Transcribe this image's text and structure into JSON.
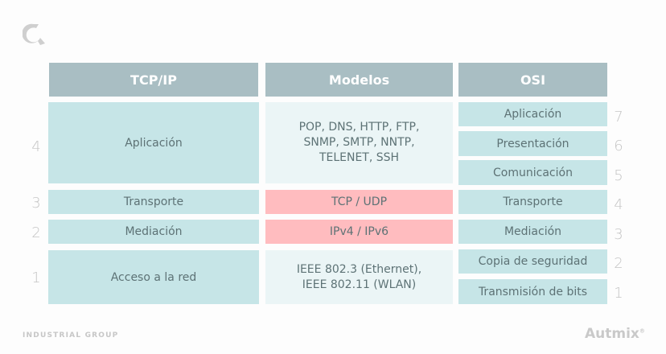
{
  "headers": {
    "tcpip": "TCP/IP",
    "models": "Modelos",
    "osi": "OSI"
  },
  "tcpip_layers": [
    {
      "num": "4",
      "label": "Aplicación"
    },
    {
      "num": "3",
      "label": "Transporte"
    },
    {
      "num": "2",
      "label": "Mediación"
    },
    {
      "num": "1",
      "label": "Acceso a la red"
    }
  ],
  "models": [
    {
      "lines": [
        "POP, DNS, HTTP, FTP,",
        "SNMP, SMTP, NNTP,",
        "TELENET, SSH"
      ]
    },
    {
      "lines": [
        "TCP / UDP"
      ]
    },
    {
      "lines": [
        "IPv4 / IPv6"
      ]
    },
    {
      "lines": [
        "IEEE 802.3 (Ethernet),",
        "IEEE 802.11 (WLAN)"
      ]
    }
  ],
  "osi_layers": [
    {
      "num": "7",
      "label": "Aplicación"
    },
    {
      "num": "6",
      "label": "Presentación"
    },
    {
      "num": "5",
      "label": "Comunicación"
    },
    {
      "num": "4",
      "label": "Transporte"
    },
    {
      "num": "3",
      "label": "Mediación"
    },
    {
      "num": "2",
      "label": "Copia de seguridad"
    },
    {
      "num": "1",
      "label": "Transmisión de bits"
    }
  ],
  "footer": {
    "left": "INDUSTRIAL GROUP",
    "brand": "Autmix",
    "reg": "®"
  },
  "colors": {
    "header": "#a9bec3",
    "cell": "#c6e5e7",
    "model": "#ebf5f6",
    "highlight": "#ffbcbf",
    "text": "#5d7275"
  }
}
